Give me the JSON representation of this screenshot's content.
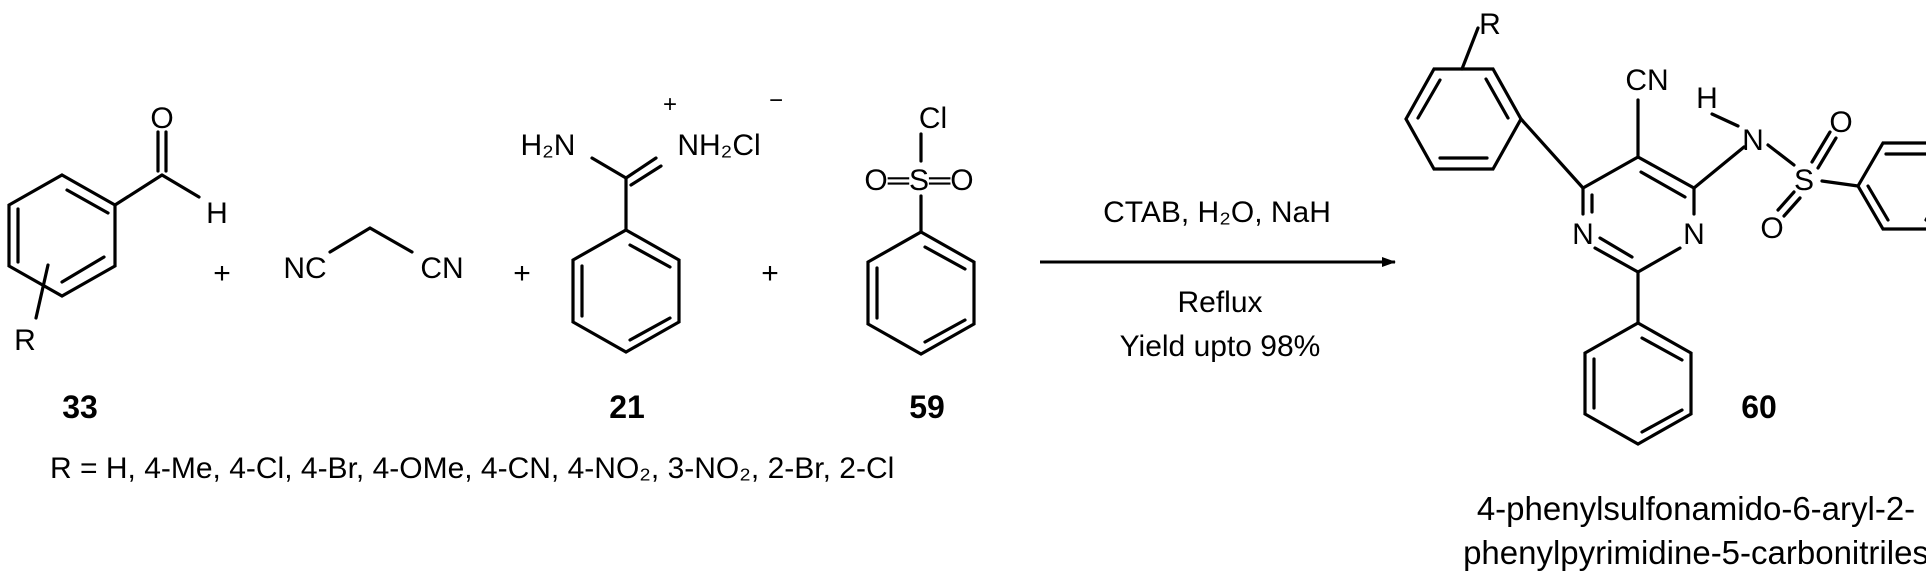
{
  "atoms": {
    "O": "O",
    "H": "H",
    "R": "R",
    "NC": "NC",
    "CN": "CN",
    "H2N": "H₂N",
    "NH2Cl": "NH₂Cl",
    "plus_charge": "+",
    "minus_charge": "−",
    "Cl": "Cl",
    "O_S_O": "O═S═O",
    "N": "N",
    "H_top": "H",
    "S": "S",
    "O_up": "O",
    "O_down": "O"
  },
  "plus_sign": "+",
  "conditions": {
    "reagents": "CTAB, H₂O, NaH",
    "temperature": "Reflux",
    "yield": "Yield upto 98%"
  },
  "compounds": {
    "benzaldehyde": "33",
    "amidine": "21",
    "sulfonyl_chloride": "59",
    "product": "60"
  },
  "r_groups": "R = H, 4-Me, 4-Cl, 4-Br, 4-OMe, 4-CN, 4-NO₂, 3-NO₂, 2-Br, 2-Cl",
  "product_name": {
    "line1": "4-phenylsulfonamido-6-aryl-2-",
    "line2": "phenylpyrimidine-5-carbonitriles"
  }
}
